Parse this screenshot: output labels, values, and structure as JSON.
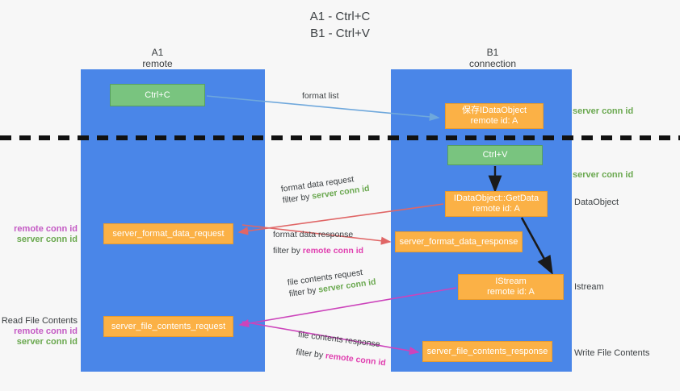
{
  "title": {
    "line1": "A1 - Ctrl+C",
    "line2": "B1 - Ctrl+V"
  },
  "columns": {
    "a": {
      "name": "A1",
      "sub": "remote"
    },
    "b": {
      "name": "B1",
      "sub": "connection"
    }
  },
  "boxes": {
    "ctrl_c": {
      "label": "Ctrl+C",
      "color": "#79c47f"
    },
    "save_idataobject": {
      "line1": "保存IDataObject",
      "line2": "remote id: A",
      "color": "#fbb146"
    },
    "ctrl_v": {
      "label": "Ctrl+V",
      "color": "#79c47f"
    },
    "getdata": {
      "line1": "IDataObject::GetData",
      "line2": "remote id: A",
      "color": "#fbb146"
    },
    "server_format_data_request": {
      "label": "server_format_data_request",
      "color": "#fbb146"
    },
    "server_format_data_response": {
      "label": "server_format_data_response",
      "color": "#fbb146"
    },
    "istream": {
      "line1": "IStream",
      "line2": "remote id: A",
      "color": "#fbb146"
    },
    "server_file_contents_request": {
      "label": "server_file_contents_request",
      "color": "#fbb146"
    },
    "server_file_contents_response": {
      "label": "server_file_contents_response",
      "color": "#fbb146"
    }
  },
  "right_labels": {
    "server_conn_id_1": "server conn id",
    "server_conn_id_2": "server conn id",
    "dataobject": "DataObject",
    "istream": "Istream",
    "write_file_contents": "Write File Contents"
  },
  "left_labels": {
    "group1": {
      "remote": "remote conn id",
      "server": "server conn id"
    },
    "group2": {
      "heading": "Read File Contents",
      "remote": "remote conn id",
      "server": "server conn id"
    }
  },
  "mid_labels": {
    "format_list": "format list",
    "format_data_request": "format data request",
    "format_data_request_filter_prefix": "filter by ",
    "format_data_request_filter_key": "server conn id",
    "format_data_response": "format data response",
    "format_data_response_filter_prefix": "filter by ",
    "format_data_response_filter_key": "remote conn id",
    "file_contents_request": "file contents request",
    "file_contents_request_filter_prefix": "filter by ",
    "file_contents_request_filter_key": "server conn id",
    "file_contents_response": "file contents response",
    "file_contents_response_filter_prefix": "filter by ",
    "file_contents_response_filter_key": "remote conn id"
  },
  "colors": {
    "lane": "#4a86e8",
    "green_key": "#6aa84f",
    "magenta_key": "#e040b0",
    "arrow_blue": "#6fa8dc",
    "arrow_red": "#e06666",
    "arrow_magenta": "#cc44bb",
    "arrow_black": "#1a1a1a",
    "background": "#f7f7f7"
  }
}
